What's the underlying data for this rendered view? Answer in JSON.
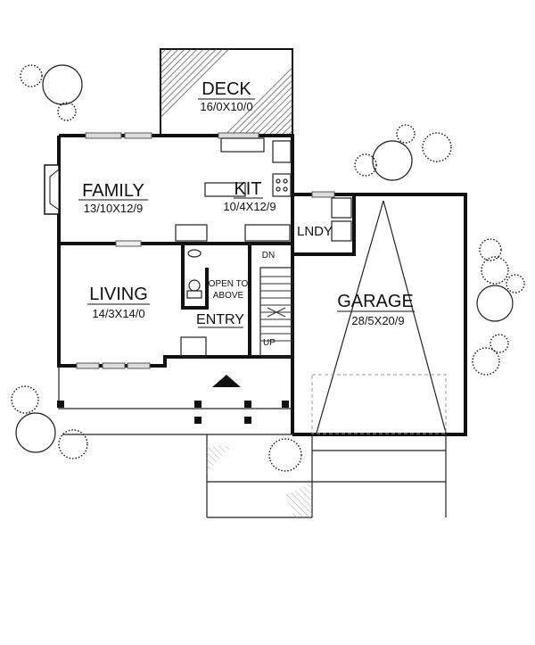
{
  "rooms": {
    "deck": {
      "name": "DECK",
      "size": "16/0X10/0"
    },
    "family": {
      "name": "FAMILY",
      "size": "13/10X12/9"
    },
    "kitchen": {
      "name": "KIT",
      "size": "10/4X12/9"
    },
    "laundry": {
      "name": "LNDY"
    },
    "living": {
      "name": "LIVING",
      "size": "14/3X14/0"
    },
    "entry": {
      "name": "ENTRY"
    },
    "open_to_above": {
      "line1": "OPEN TO",
      "line2": "ABOVE"
    },
    "garage": {
      "name": "GARAGE",
      "size": "28/5X20/9"
    }
  },
  "stairs": {
    "down": "DN",
    "up": "UP"
  }
}
